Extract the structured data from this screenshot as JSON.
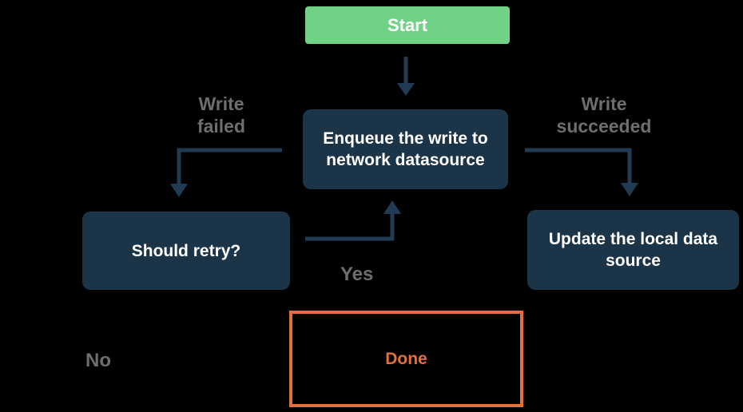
{
  "diagram": {
    "background_color": "#000000",
    "colors": {
      "arrow": "#213B54",
      "node_navy": "#1C3448",
      "accent_green": "#70D287",
      "accent_orange": "#E2703F",
      "edge_label_gray": "#6E6E6E",
      "node_text_white": "#FFFFFF"
    },
    "nodes": {
      "start": {
        "label": "Start",
        "shape": "rounded-rect",
        "fill": "#70D287"
      },
      "enqueue": {
        "label": "Enqueue the write to network datasource",
        "shape": "rounded-rect",
        "fill": "#1C3448"
      },
      "should_retry": {
        "label": "Should retry?",
        "shape": "rounded-rect",
        "fill": "#1C3448"
      },
      "update_local": {
        "label": "Update the local data source",
        "shape": "rounded-rect",
        "fill": "#1C3448"
      },
      "done": {
        "label": "Done",
        "shape": "outlined-rect",
        "stroke": "#E2703F"
      }
    },
    "edges": {
      "start_to_enqueue": {
        "from": "start",
        "to": "enqueue",
        "label": ""
      },
      "enqueue_to_should_retry": {
        "from": "enqueue",
        "to": "should_retry",
        "label": "Write failed"
      },
      "enqueue_to_update_local": {
        "from": "enqueue",
        "to": "update_local",
        "label": "Write succeeded"
      },
      "should_retry_to_enqueue": {
        "from": "should_retry",
        "to": "enqueue",
        "label": "Yes"
      },
      "should_retry_no": {
        "from": "should_retry",
        "label": "No"
      }
    }
  }
}
